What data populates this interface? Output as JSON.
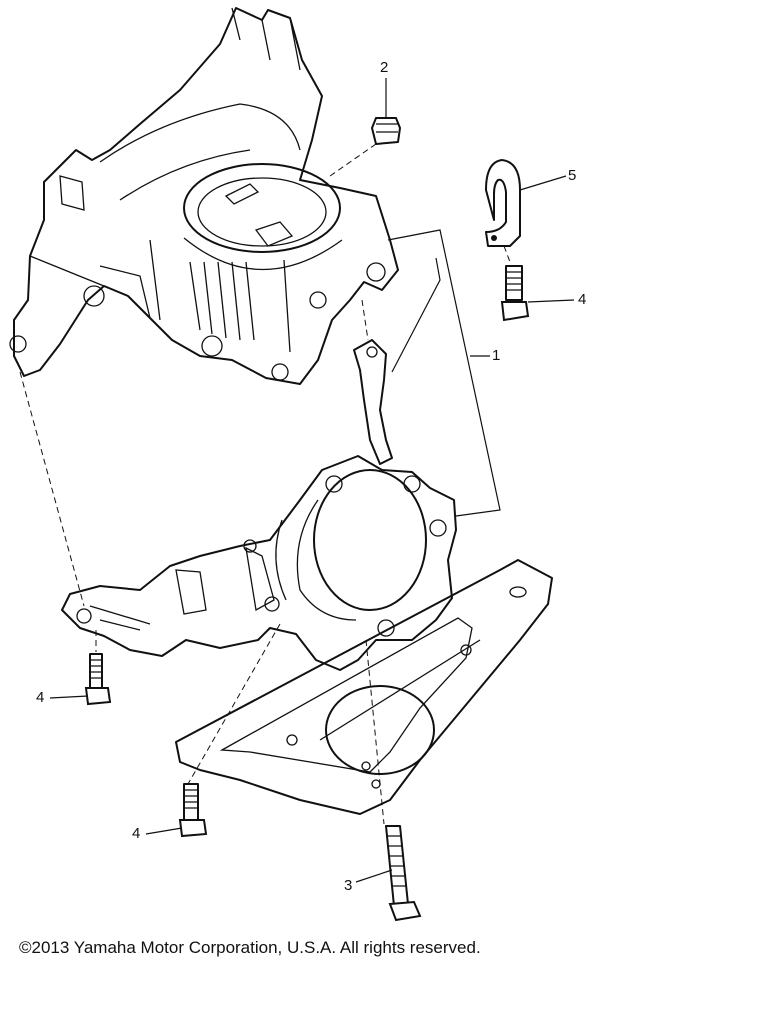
{
  "diagram": {
    "callouts": [
      {
        "id": "1",
        "label": "1"
      },
      {
        "id": "2",
        "label": "2"
      },
      {
        "id": "3",
        "label": "3"
      },
      {
        "id": "4a",
        "label": "4"
      },
      {
        "id": "4b",
        "label": "4"
      },
      {
        "id": "4c",
        "label": "4"
      },
      {
        "id": "5",
        "label": "5"
      }
    ],
    "copyright": "©2013 Yamaha Motor Corporation, U.S.A. All rights reserved."
  }
}
